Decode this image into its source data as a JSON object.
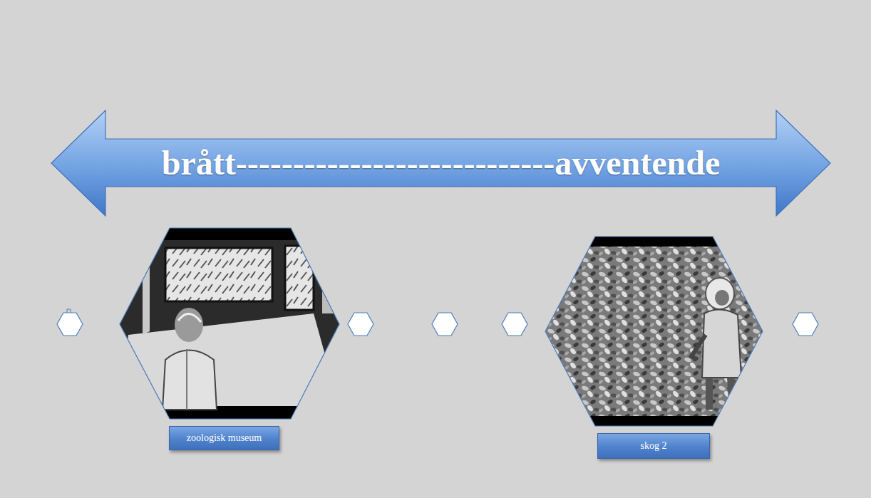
{
  "diagram": {
    "nodes": [
      {
        "text": [
          "brått----------------------------avventende"
        ]
      },
      {
        "text": [
          "zoologisk museum"
        ]
      },
      {
        "text": [
          "skog 2"
        ]
      }
    ]
  }
}
